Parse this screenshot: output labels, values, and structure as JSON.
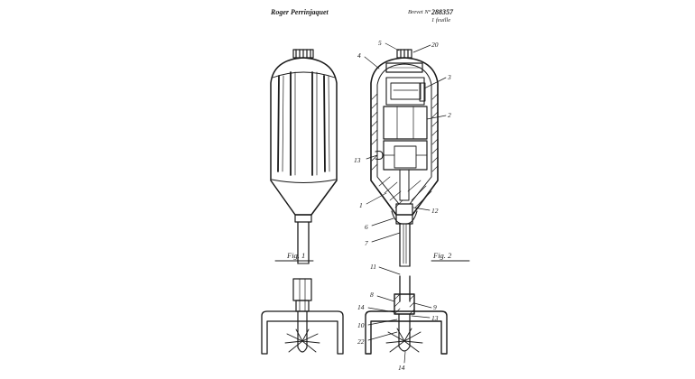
{
  "header": {
    "inventor": "Roger Perrinjaquet",
    "patent_prefix": "Brevet N°",
    "patent_number": "288357",
    "sheets": "1 feuille"
  },
  "figures": {
    "fig1": "Fig. 1",
    "fig2": "Fig. 2"
  },
  "refs": {
    "r1": "1",
    "r2": "2",
    "r3": "3",
    "r4": "4",
    "r5": "5",
    "r6": "6",
    "r7": "7",
    "r8": "8",
    "r9": "9",
    "r10": "10",
    "r11": "11",
    "r12": "12",
    "r13a": "13",
    "r13b": "13",
    "r14a": "14",
    "r14b": "14",
    "r20": "20",
    "r22": "22"
  },
  "colors": {
    "ink": "#1a1a1a",
    "paper": "#ffffff"
  }
}
